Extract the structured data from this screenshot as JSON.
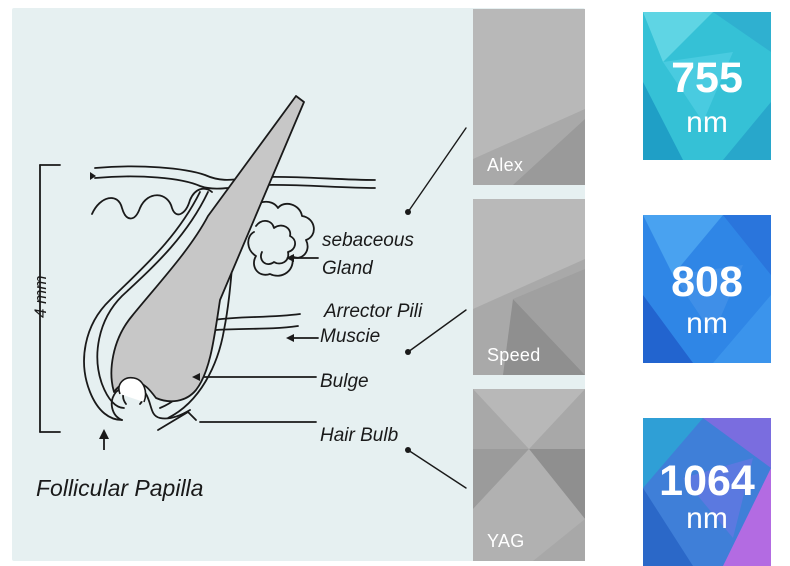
{
  "diagram": {
    "labels": {
      "sebaceous": "sebaceous",
      "gland": "Gland",
      "arrector_pili": "Arrector Pili",
      "muscle": "Muscie",
      "bulge": "Bulge",
      "hair_bulb": "Hair Bulb",
      "follicular_papilla": "Follicular Papilla",
      "depth": "4 mm"
    }
  },
  "lasers": [
    {
      "name": "Alex",
      "wavelength": "755",
      "unit": "nm"
    },
    {
      "name": "Speed",
      "wavelength": "808",
      "unit": "nm"
    },
    {
      "name": "YAG",
      "wavelength": "1064",
      "unit": "nm"
    }
  ],
  "colors": {
    "panel": "#e6f0f1",
    "tab_gray": "#a8a8a8",
    "tile_755": "#36c2d6",
    "tile_808": "#2f86e6",
    "tile_1064": "#a06ae0"
  }
}
